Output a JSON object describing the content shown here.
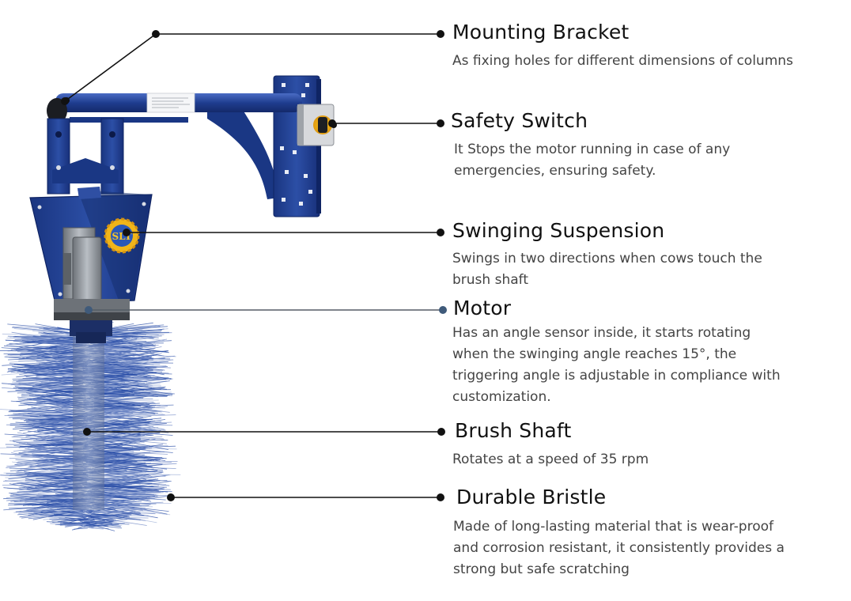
{
  "colors": {
    "frame_blue": "#1f3d8f",
    "frame_dark": "#142a6a",
    "bristle_blue": "#2b4fa8",
    "leader_line": "#111111",
    "motor_dot": "#3f5a7a",
    "switch_yellow": "#f2c21a",
    "text_title": "#111111",
    "text_desc": "#444444"
  },
  "icons": {
    "logo": "gear-logo-icon",
    "switch": "yellow-rotary-switch-icon"
  },
  "labels": [
    {
      "id": "mounting-bracket",
      "title": "Mounting Bracket",
      "lines": [
        "As fixing holes for different dimensions of columns"
      ]
    },
    {
      "id": "safety-switch",
      "title": "Safety Switch",
      "lines": [
        "It Stops the motor running in case of any",
        "emergencies, ensuring safety."
      ]
    },
    {
      "id": "swinging-suspension",
      "title": "Swinging Suspension",
      "lines": [
        "Swings in two directions when cows touch the",
        "brush shaft"
      ]
    },
    {
      "id": "motor",
      "title": "Motor",
      "lines": [
        "Has an angle sensor inside, it starts rotating",
        "when the swinging angle reaches 15°,   the",
        "triggering  angle is adjustable in compliance with",
        "customization."
      ]
    },
    {
      "id": "brush-shaft",
      "title": "Brush Shaft",
      "lines": [
        "Rotates at a speed of 35 rpm"
      ]
    },
    {
      "id": "durable-bristle",
      "title": "Durable Bristle",
      "lines": [
        "Made of long-lasting material that is wear-proof",
        "and corrosion resistant, it consistently provides a",
        "strong but safe scratching"
      ]
    }
  ]
}
